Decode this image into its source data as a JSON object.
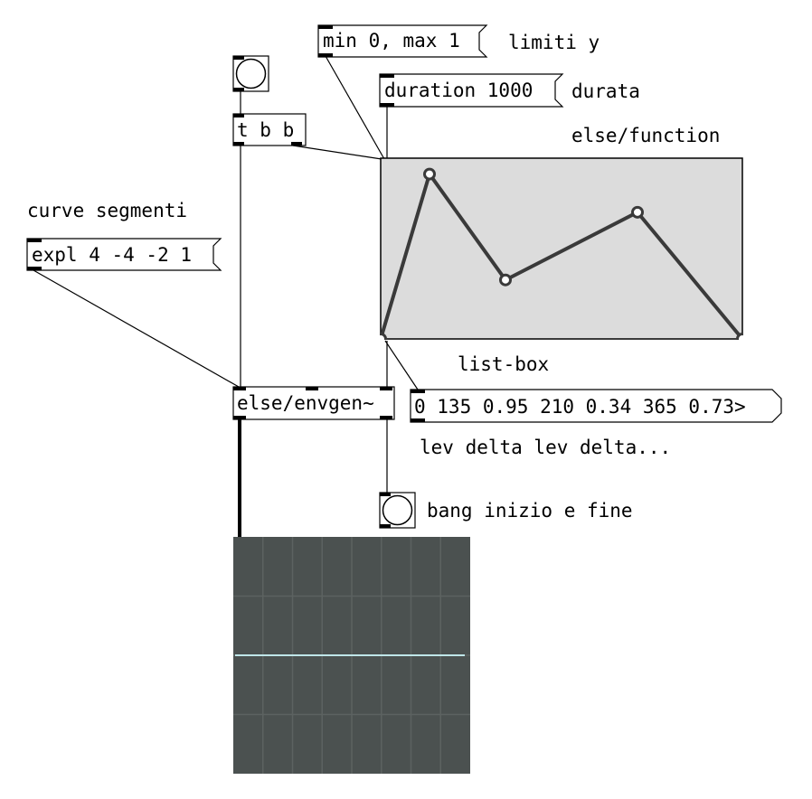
{
  "objects": {
    "msg_limits": "min 0, max 1",
    "msg_duration": "duration 1000",
    "trigger": "t b b",
    "msg_curves": "expl 4 -4 -2 1",
    "envgen": "else/envgen~",
    "list_box": "0 135 0.95 210 0.34 365 0.73>"
  },
  "comments": {
    "limits": "limiti y",
    "duration": "durata",
    "function_title": "else/function",
    "curves": "curve segmenti",
    "list_box": "list-box",
    "lev_delta": "lev delta lev delta...",
    "bang_end": "bang inizio e fine"
  },
  "function_editor": {
    "background": "#dcdcdc",
    "line_color": "#3a3a3a",
    "points": [
      {
        "time": 0,
        "level": 0
      },
      {
        "time": 135,
        "level": 0.95
      },
      {
        "time": 345,
        "level": 0.34
      },
      {
        "time": 710,
        "level": 0.73
      },
      {
        "time": 1000,
        "level": 0
      }
    ]
  },
  "scope": {
    "background": "#4b5150",
    "grid_color": "#5c6261",
    "signal_color": "#bfe6e8",
    "signal_level": 0.5
  }
}
